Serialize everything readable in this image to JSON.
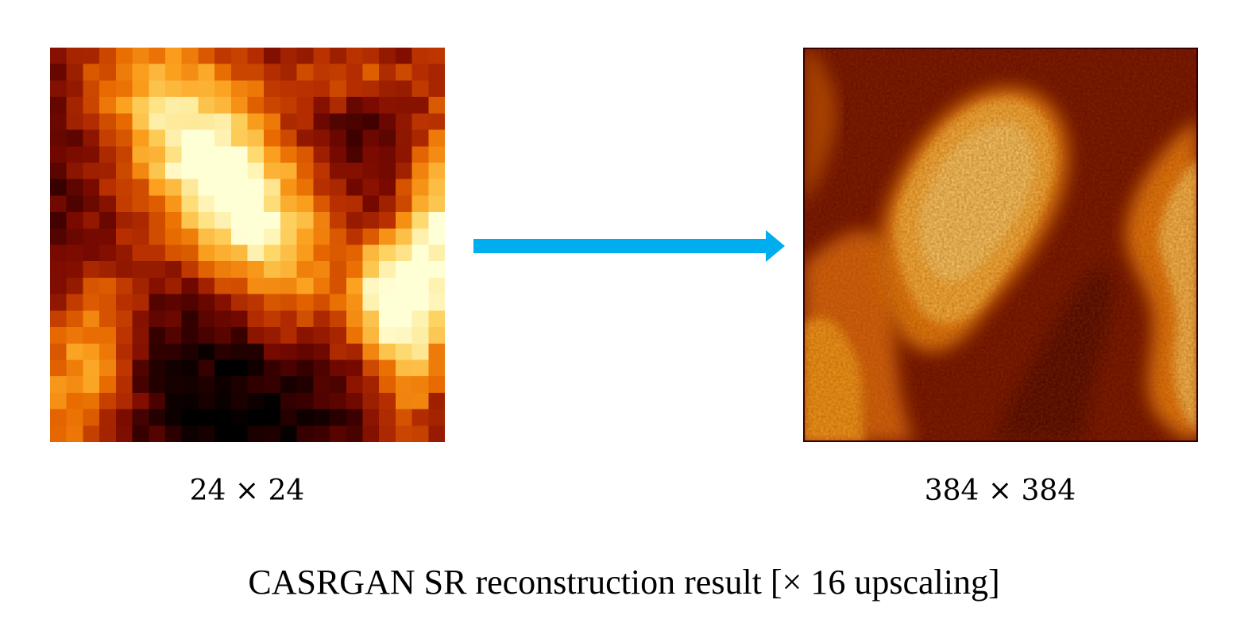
{
  "figure": {
    "input": {
      "label": "24 × 24",
      "image_name": "low-resolution-thermal-map"
    },
    "output": {
      "label": "384 × 384",
      "image_name": "super-resolved-thermal-map"
    },
    "caption": "CASRGAN SR reconstruction result [× 16 upscaling]",
    "arrow_color": "#00AEEF",
    "colormap": [
      "#000000",
      "#3a0000",
      "#7a0a00",
      "#b83000",
      "#e86a00",
      "#fba01e",
      "#fdd767",
      "#ffffd6"
    ]
  }
}
